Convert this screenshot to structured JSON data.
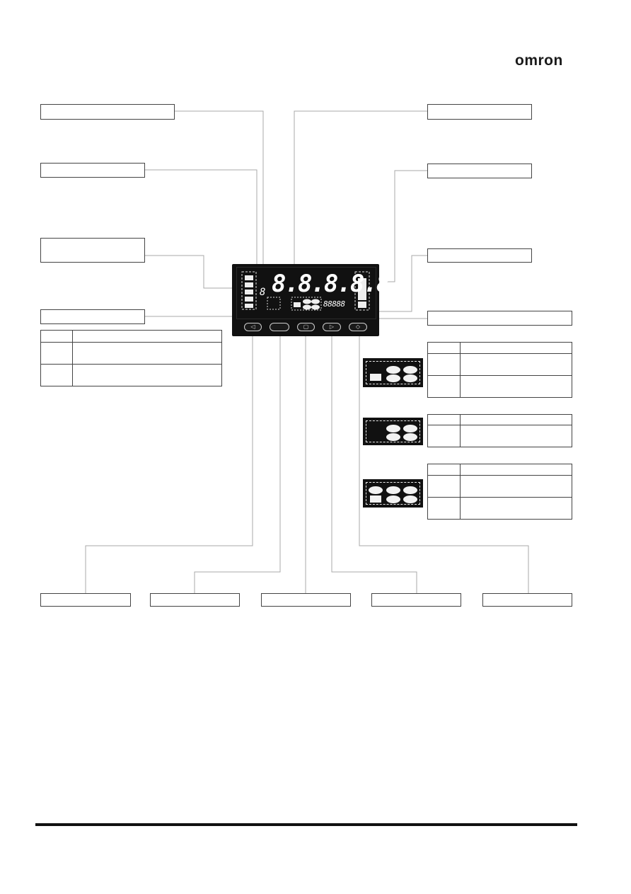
{
  "brand": {
    "logo_text": "omron"
  },
  "colors": {
    "panel": "#111111",
    "segment": "#ffffff",
    "line": "#aaaaaa"
  },
  "display": {
    "main_digits": "8.8.8.8.8.",
    "sub_digits": "88888",
    "small_digit": "8"
  },
  "callouts": {
    "top_left_1": "",
    "top_left_2": "",
    "mid_left": "",
    "level_left": "",
    "top_right_1": "",
    "top_right_2": "",
    "mid_right": "",
    "level_right": "",
    "bottom_1": "",
    "bottom_2": "",
    "bottom_3": "",
    "bottom_4": "",
    "bottom_5": ""
  },
  "keys": {
    "k1": "◁",
    "k2": "",
    "k3": "▢",
    "k4": "▷",
    "k5": "◇"
  },
  "tables": {
    "left": {
      "rows": [
        [
          "",
          ""
        ],
        [
          "",
          ""
        ]
      ]
    },
    "right_a": {
      "rows": [
        [
          "",
          ""
        ],
        [
          "",
          ""
        ]
      ]
    },
    "right_b": {
      "rows": [
        [
          "",
          ""
        ]
      ]
    },
    "right_c": {
      "rows": [
        [
          "",
          ""
        ],
        [
          "",
          ""
        ]
      ]
    }
  }
}
